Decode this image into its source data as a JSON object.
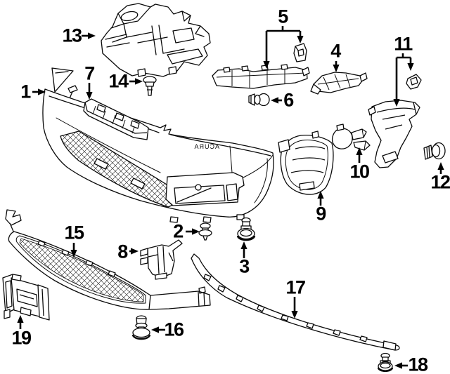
{
  "canvas": {
    "background": "#ffffff",
    "line_color": "#0a0a0a",
    "label_color": "#000000"
  },
  "bumper_logo_text": "ACURA",
  "callouts": [
    {
      "label": "1"
    },
    {
      "label": "2"
    },
    {
      "label": "3"
    },
    {
      "label": "4"
    },
    {
      "label": "5"
    },
    {
      "label": "6"
    },
    {
      "label": "7"
    },
    {
      "label": "8"
    },
    {
      "label": "9"
    },
    {
      "label": "10"
    },
    {
      "label": "11"
    },
    {
      "label": "12"
    },
    {
      "label": "13"
    },
    {
      "label": "14"
    },
    {
      "label": "15"
    },
    {
      "label": "16"
    },
    {
      "label": "17"
    },
    {
      "label": "18"
    },
    {
      "label": "19"
    }
  ]
}
